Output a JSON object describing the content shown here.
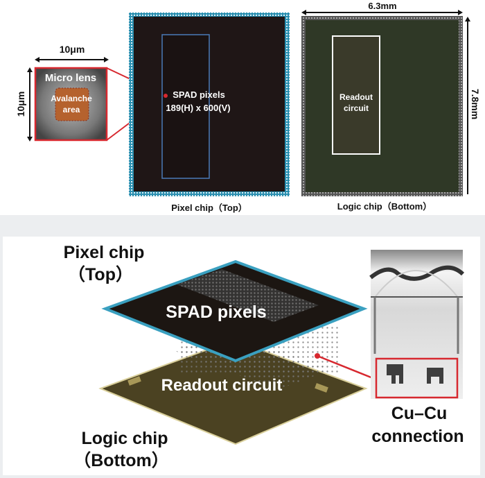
{
  "top_panel": {
    "scale_micro_horizontal": "10μm",
    "scale_micro_vertical": "10μm",
    "micro_lens_label": "Micro lens",
    "avalanche_label_line1": "Avalanche",
    "avalanche_label_line2": "area",
    "spad_label": "SPAD pixels",
    "spad_resolution": "189(H) x 600(V)",
    "readout_line1": "Readout",
    "readout_line2": "circuit",
    "logic_width": "6.3mm",
    "logic_height": "7.8mm",
    "pixel_chip_caption": "Pixel chip（Top）",
    "logic_chip_caption": "Logic chip（Bottom）"
  },
  "bottom_panel": {
    "pixel_chip_line1": "Pixel chip",
    "pixel_chip_line2": "（Top）",
    "spad_label": "SPAD pixels",
    "readout_label": "Readout circuit",
    "logic_chip_line1": "Logic chip",
    "logic_chip_line2": "（Bottom）",
    "cu_line1": "Cu–Cu",
    "cu_line2": "connection"
  },
  "colors": {
    "accent_red": "#d7282f",
    "pixel_chip": "#1f1616",
    "pixel_border": "#3aa0c0",
    "logic_chip": "#2f3826",
    "readout_3d": "#4b4222"
  }
}
